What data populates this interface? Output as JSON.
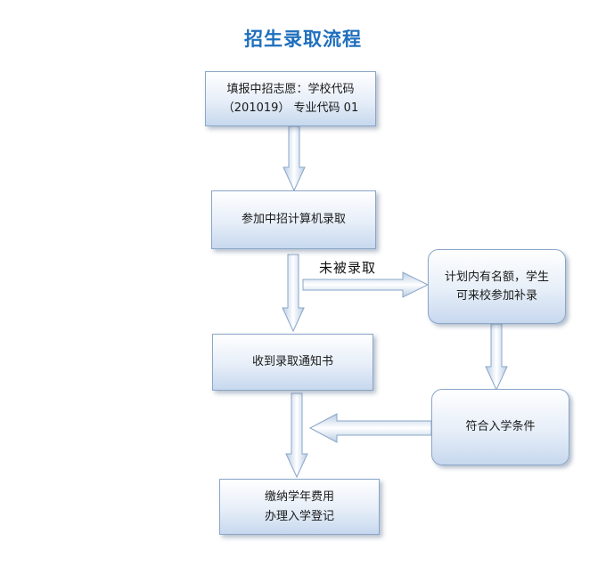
{
  "diagram": {
    "title": "招生录取流程",
    "nodes": {
      "fill_application": {
        "line1": "填报中招志愿：学校代码",
        "line2": "（201019） 专业代码 01"
      },
      "computer_admission": {
        "label": "参加中招计算机录取"
      },
      "receive_notice": {
        "label": "收到录取通知书"
      },
      "pay_and_register": {
        "line1": "缴纳学年费用",
        "line2": "办理入学登记"
      },
      "supplementary": {
        "line1": "计划内有名额，学生",
        "line2": "可来校参加补录"
      },
      "meet_conditions": {
        "label": "符合入学条件"
      }
    },
    "edge_labels": {
      "not_admitted": "未被录取"
    },
    "colors": {
      "title": "#1f6fbd",
      "box_border": "#8aa6c8",
      "arrow_fill_light": "#ffffff",
      "arrow_fill_dark": "#b8cce4"
    }
  }
}
